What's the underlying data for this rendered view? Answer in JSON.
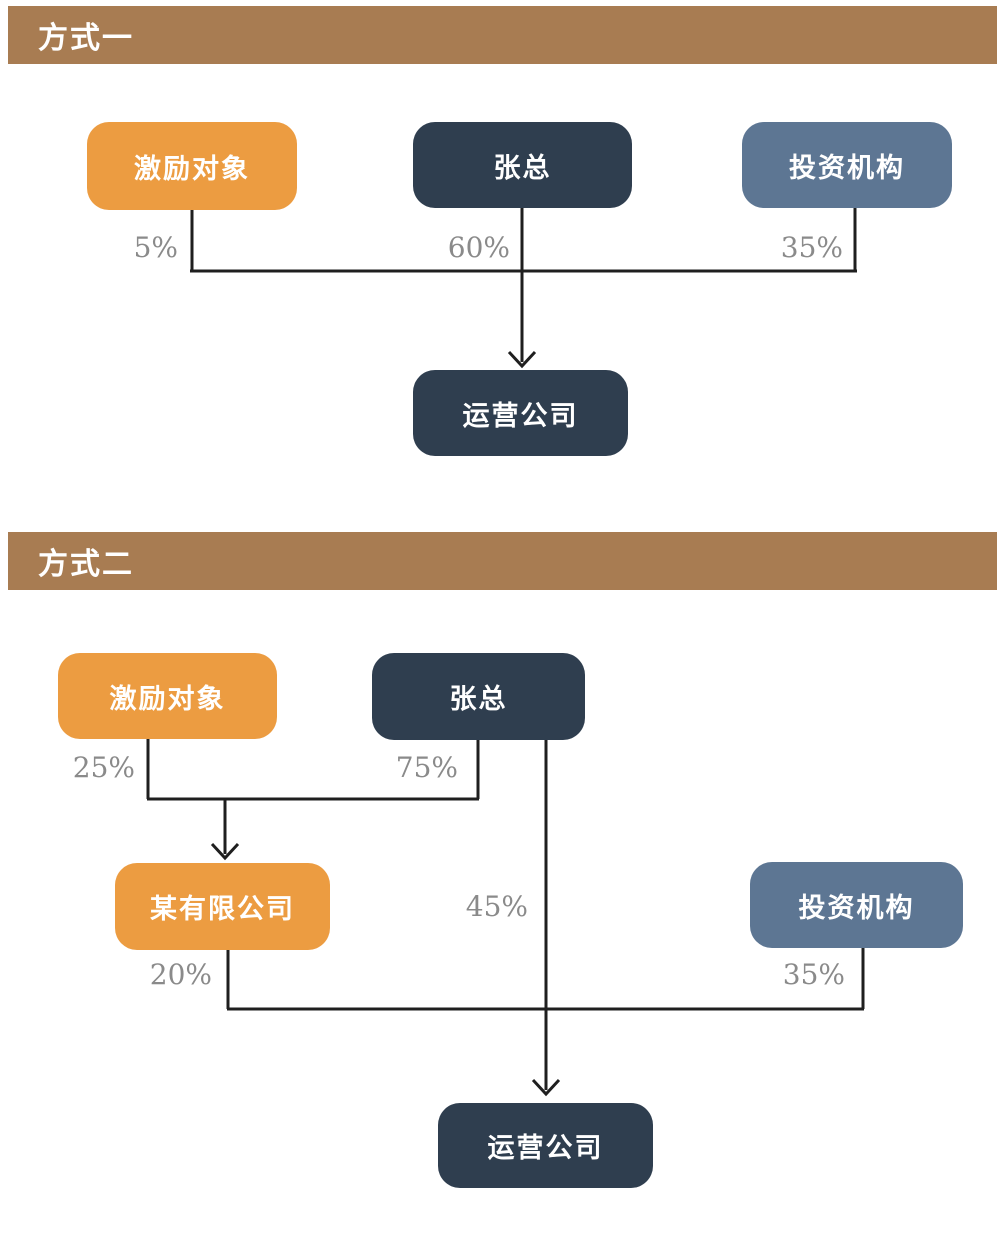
{
  "colors": {
    "band": "#A87C52",
    "orange": "#EC9C41",
    "navy": "#2F3E4F",
    "slate": "#5D7693",
    "line": "#1F1F1F",
    "label_gray": "#8A8A8A",
    "background": "#FFFFFF",
    "text_white": "#FFFFFF"
  },
  "sections": [
    {
      "header": "方式一",
      "nodes": [
        {
          "label": "激励对象",
          "color": "#EC9C41"
        },
        {
          "label": "张总",
          "color": "#2F3E4F"
        },
        {
          "label": "投资机构",
          "color": "#5D7693"
        },
        {
          "label": "运营公司",
          "color": "#2F3E4F"
        }
      ],
      "edges": [
        {
          "from": "激励对象",
          "to": "运营公司",
          "label": "5%"
        },
        {
          "from": "张总",
          "to": "运营公司",
          "label": "60%"
        },
        {
          "from": "投资机构",
          "to": "运营公司",
          "label": "35%"
        }
      ]
    },
    {
      "header": "方式二",
      "nodes": [
        {
          "label": "激励对象",
          "color": "#EC9C41"
        },
        {
          "label": "张总",
          "color": "#2F3E4F"
        },
        {
          "label": "某有限公司",
          "color": "#EC9C41"
        },
        {
          "label": "投资机构",
          "color": "#5D7693"
        },
        {
          "label": "运营公司",
          "color": "#2F3E4F"
        }
      ],
      "edges": [
        {
          "from": "激励对象",
          "to": "某有限公司",
          "label": "25%"
        },
        {
          "from": "张总",
          "to": "某有限公司",
          "label": "75%"
        },
        {
          "from": "某有限公司",
          "to": "运营公司",
          "label": "20%"
        },
        {
          "from": "张总",
          "to": "运营公司",
          "label": "45%"
        },
        {
          "from": "投资机构",
          "to": "运营公司",
          "label": "35%"
        }
      ]
    }
  ]
}
